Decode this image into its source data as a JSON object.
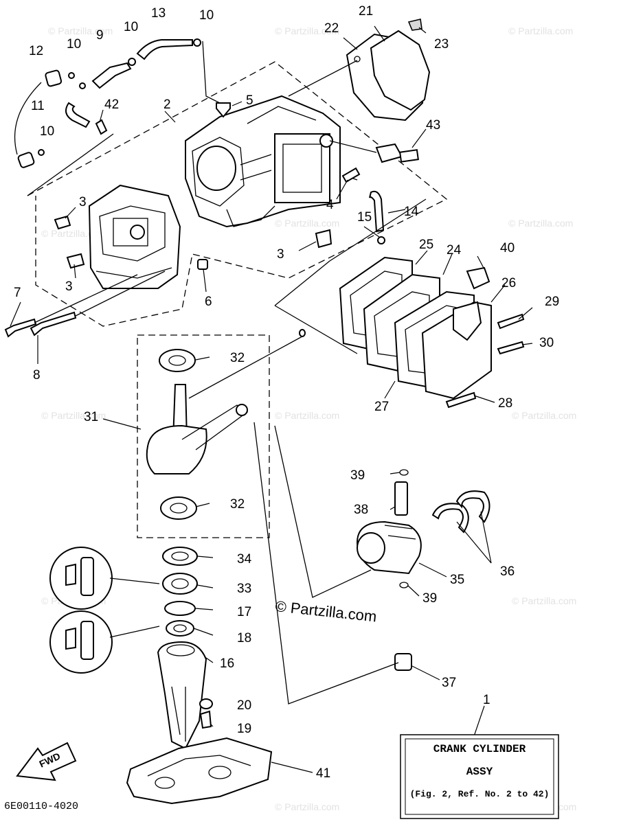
{
  "diagram": {
    "diagram_code": "6E00110-4020",
    "copyright": "© Partzilla.com",
    "watermark": "© Partzilla.com",
    "fwd_label": "FWD",
    "title_box": {
      "line1": "CRANK CYLINDER",
      "line2": "ASSY",
      "line3": "(Fig. 2, Ref. No. 2 to 42)"
    },
    "callouts": {
      "c1": "1",
      "c2": "2",
      "c3a": "3",
      "c3b": "3",
      "c3c": "3",
      "c4": "4",
      "c5": "5",
      "c6": "6",
      "c7": "7",
      "c8": "8",
      "c9": "9",
      "c10a": "10",
      "c10b": "10",
      "c10c": "10",
      "c10d": "10",
      "c11": "11",
      "c12": "12",
      "c13": "13",
      "c14": "14",
      "c15": "15",
      "c16": "16",
      "c17": "17",
      "c18": "18",
      "c19": "19",
      "c20": "20",
      "c21": "21",
      "c22": "22",
      "c23": "23",
      "c24": "24",
      "c25": "25",
      "c26": "26",
      "c27": "27",
      "c28": "28",
      "c29": "29",
      "c30": "30",
      "c31": "31",
      "c32a": "32",
      "c32b": "32",
      "c33": "33",
      "c34": "34",
      "c35": "35",
      "c36": "36",
      "c37": "37",
      "c38": "38",
      "c39a": "39",
      "c39b": "39",
      "c40": "40",
      "c41": "41",
      "c42": "42",
      "c43": "43"
    }
  }
}
